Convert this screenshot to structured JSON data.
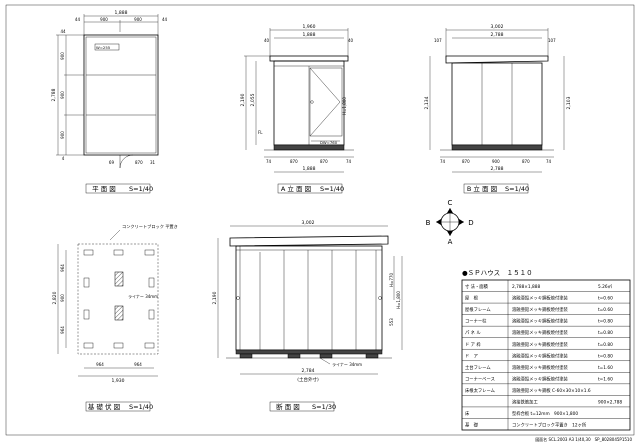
{
  "plan": {
    "title": "平 面 図",
    "scale": "S=1/40",
    "top_dims": [
      "1,888",
      "900",
      "900",
      "44",
      "44"
    ],
    "left_dims": [
      "2,788",
      "900",
      "900",
      "900",
      "44",
      "4"
    ],
    "door_label": "W=255",
    "bottom_dims": [
      "69",
      "870",
      "31"
    ]
  },
  "front": {
    "title": "A 立 面 図",
    "scale": "S=1/40",
    "top_dims": [
      "1,960",
      "1,888",
      "40",
      "40"
    ],
    "left_dims": [
      "2,190",
      "2,055",
      "FL"
    ],
    "right_dims": [
      "H=1,800"
    ],
    "door_label": "DW=760",
    "bottom_dims": [
      "74",
      "870",
      "870",
      "74",
      "1,888"
    ]
  },
  "side": {
    "title": "B 立 面 図",
    "scale": "S=1/40",
    "top_dims": [
      "3,002",
      "2,788",
      "107",
      "107"
    ],
    "left_dims": [
      "2,134"
    ],
    "right_dims": [
      "2,103"
    ],
    "bottom_dims": [
      "74",
      "870",
      "900",
      "870",
      "74",
      "2,788"
    ]
  },
  "compass": {
    "n": "C",
    "w": "B",
    "e": "D",
    "s": "A"
  },
  "foundation": {
    "title": "基 礎 伏 図",
    "scale": "S=1/40",
    "note": "コンクリートブロック 平置き",
    "mid_note": "ライナー 34mm",
    "left_dims": [
      "964",
      "900",
      "964",
      "2,820"
    ],
    "bottom_dims": [
      "964",
      "964",
      "1,930"
    ]
  },
  "section": {
    "title": "断 面 図",
    "scale": "S=1/30",
    "top_dims": [
      "3,002"
    ],
    "left_dims": [
      "2,190"
    ],
    "right_dims": [
      "H=770",
      "H=1,800",
      "553"
    ],
    "bottom_dims": [
      "2,784",
      "(土台外寸)"
    ],
    "liner_note": "ライナー 34mm"
  },
  "spec": {
    "title": "●ＳＰハウス　１５１０",
    "rows": [
      {
        "label": "寸 法・面積",
        "value": "2,788×1,888",
        "extra": "5.26㎡"
      },
      {
        "label": "屋　根",
        "value": "溶融亜鉛メッキ鋼板焼付塗装",
        "extra": "t=0.60"
      },
      {
        "label": "屋根フレーム",
        "value": "溶融亜鉛メッキ鋼板焼付塗装",
        "extra": "t=0.60"
      },
      {
        "label": "コーナー柱",
        "value": "溶融亜鉛メッキ鋼板焼付塗装",
        "extra": "t=0.80"
      },
      {
        "label": "パ ネ ル",
        "value": "溶融亜鉛メッキ鋼板焼付塗装",
        "extra": "t=0.80"
      },
      {
        "label": "ド ア 枠",
        "value": "溶融亜鉛メッキ鋼板焼付塗装",
        "extra": "t=0.80"
      },
      {
        "label": "ド　ア",
        "value": "溶融亜鉛メッキ鋼板焼付塗装",
        "extra": "t=0.80"
      },
      {
        "label": "土台フレーム",
        "value": "溶融亜鉛メッキ鋼板焼付塗装",
        "extra": "t=1.60"
      },
      {
        "label": "コーナーベース",
        "value": "溶融亜鉛メッキ鋼板焼付塗装",
        "extra": "t=1.60"
      },
      {
        "label": "床根太フレーム",
        "value": "溶融亜鉛メッキ鋼板 C-60×30×10×1.6",
        "extra": ""
      },
      {
        "label": "",
        "value": "溶接鉄筋加工",
        "extra": "900×2,788"
      },
      {
        "label": "床",
        "value": "型枠合板 t=12mm　900×1,800",
        "extra": ""
      },
      {
        "label": "基　礎",
        "value": "コンクリートブロック平置き　12ヶ所",
        "extra": ""
      }
    ]
  },
  "footer": {
    "ref": "図面名 SCL.2003 A3 1/40,30　SP_8028045P1510"
  }
}
